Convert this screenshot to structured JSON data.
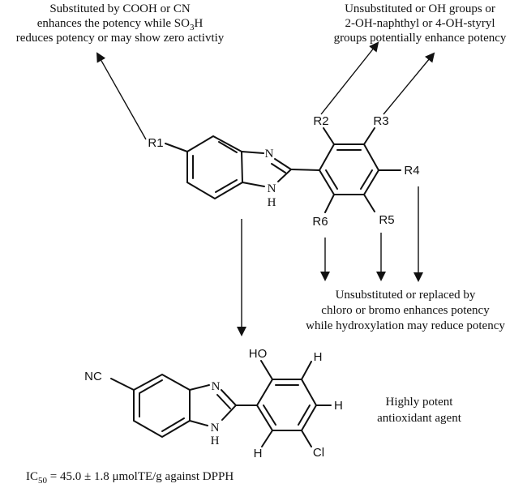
{
  "notes": {
    "r1": {
      "line1": "Substituted by COOH or CN",
      "line2_pre": "enhances the potency while SO",
      "line2_sub": "3",
      "line2_post": "H",
      "line3": "reduces potency or may show zero activtiy"
    },
    "r2r3": {
      "line1": "Unsubstituted or OH groups or",
      "line2": "2-OH-naphthyl or 4-OH-styryl",
      "line3": "groups potentially enhance potency"
    },
    "r4r5r6": {
      "line1": "Unsubstituted or replaced by",
      "line2": "chloro or bromo enhances potency",
      "line3": "while hydroxylation may reduce potency"
    },
    "potent": {
      "line1": "Highly potent",
      "line2": "antioxidant agent"
    },
    "ic50": {
      "pre": "IC",
      "sub": "50",
      "post": " = 45.0 ± 1.8 μmolTE/g against DPPH"
    }
  },
  "labels": {
    "r1": "R1",
    "r2": "R2",
    "r3": "R3",
    "r4": "R4",
    "r5": "R5",
    "r6": "R6"
  },
  "atoms": {
    "top": {
      "n": "N",
      "nh": "N",
      "h": "H"
    },
    "bottom": {
      "n": "N",
      "nh": "N",
      "h": "H",
      "ho": "HO",
      "h_a": "H",
      "h_b": "H",
      "h_c": "H",
      "cl": "Cl",
      "nc": "NC"
    }
  }
}
